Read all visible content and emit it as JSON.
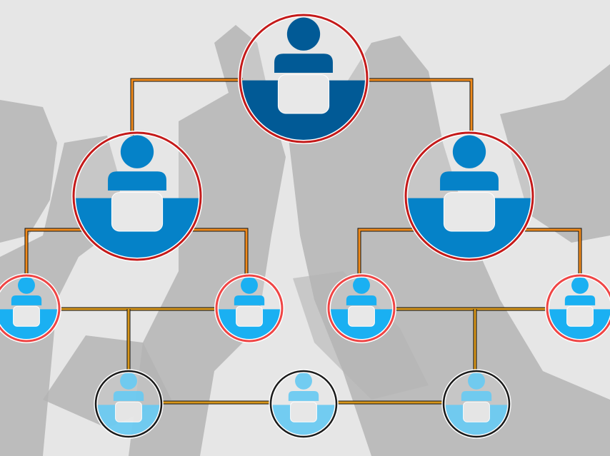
{
  "diagram": {
    "type": "org-chart",
    "icon": "person-at-laptop-icon",
    "colors": {
      "background": "#e6e6e6",
      "silhouettes": "#b4b4b4",
      "connector_main": "#f08a1c",
      "connector_dark": "#111111",
      "connector_low": "#d8961a",
      "level1_fill": "#015a96",
      "level2_fill": "#0582c8",
      "level3_fill": "#1ab0f2",
      "level4_fill": "#6ccbf2",
      "ring_red": "#c41a1a",
      "ring_light_red": "#ef4545",
      "ring_black": "#111111"
    },
    "levels": [
      {
        "level": 1,
        "nodes": 1
      },
      {
        "level": 2,
        "nodes": 2
      },
      {
        "level": 3,
        "nodes": 4
      },
      {
        "level": 4,
        "nodes": 3
      }
    ]
  }
}
